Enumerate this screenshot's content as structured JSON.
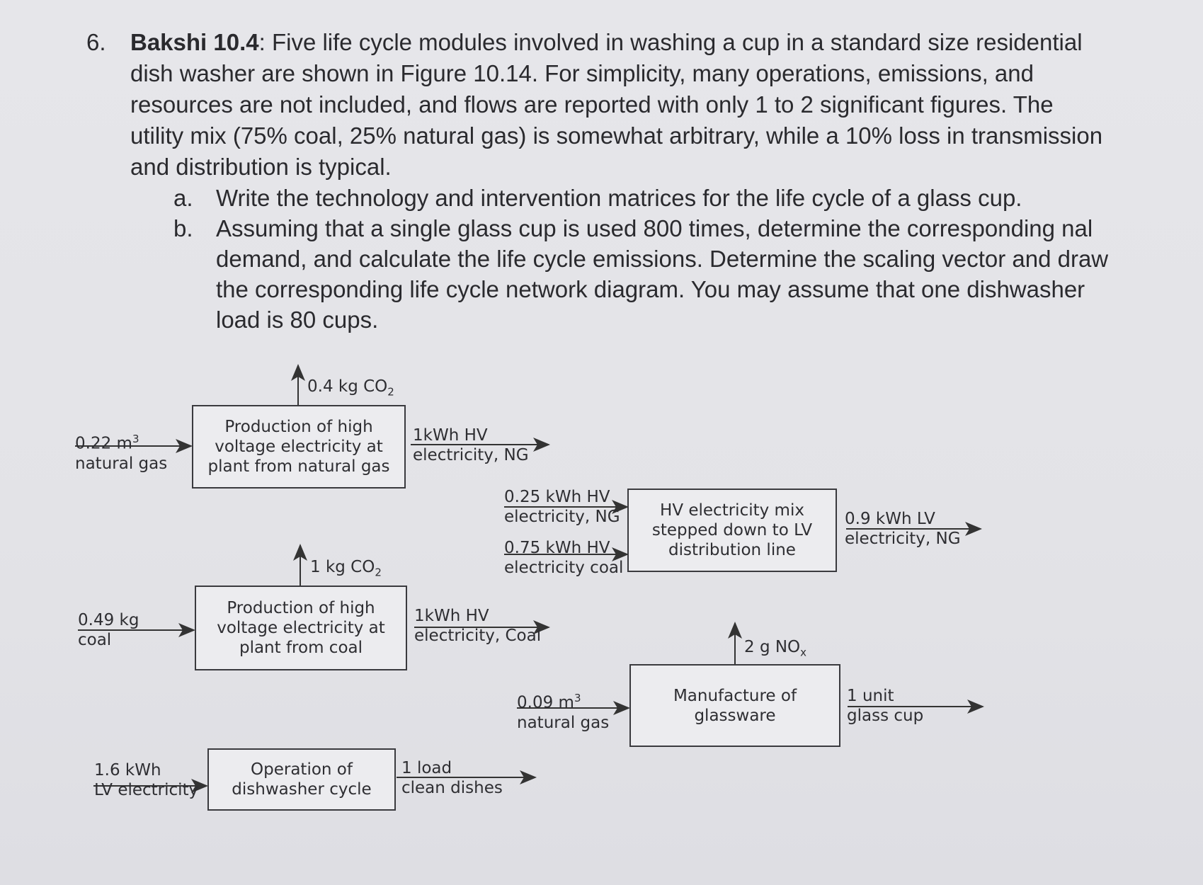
{
  "problem": {
    "number": "6.",
    "title": "Bakshi 10.4",
    "text": ": Five life cycle modules involved in washing a cup in a standard size residential dish washer are shown in Figure 10.14. For simplicity, many operations, emissions, and resources are not included, and flows are reported with only 1 to 2 significant figures. The utility mix (75% coal, 25% natural gas) is somewhat arbitrary, while a 10% loss in transmission and distribution is typical.",
    "parts": [
      {
        "label": "a.",
        "text": "Write the technology and intervention matrices for the life cycle of a glass cup."
      },
      {
        "label": "b.",
        "text": "Assuming that a single glass cup is used 800 times, determine the corresponding nal demand, and calculate the life cycle emissions. Determine the scaling vector and draw the corresponding life cycle network diagram. You may assume that one dishwasher load is 80 cups."
      }
    ]
  },
  "diagram": {
    "ng_plant": {
      "box": [
        "Production of high",
        "voltage electricity at",
        "plant from natural gas"
      ],
      "emission": "0.4 kg CO",
      "emission_sub": "2",
      "input": [
        "0.22 m",
        "natural gas"
      ],
      "input_sup": "3",
      "output": [
        "1kWh HV",
        "electricity, NG"
      ]
    },
    "coal_plant": {
      "box": [
        "Production of high",
        "voltage electricity at",
        "plant from coal"
      ],
      "emission": "1 kg CO",
      "emission_sub": "2",
      "input": [
        "0.49 kg",
        "coal"
      ],
      "output": [
        "1kWh HV",
        "electricity, Coal"
      ]
    },
    "grid": {
      "box": [
        "HV electricity mix",
        "stepped down to LV",
        "distribution line"
      ],
      "input_ng": [
        "0.25 kWh HV",
        "electricity, NG"
      ],
      "input_coal": [
        "0.75 kWh HV",
        "electricity coal"
      ],
      "output": [
        "0.9 kWh LV",
        "electricity, NG"
      ]
    },
    "glass": {
      "box": [
        "Manufacture of",
        "glassware"
      ],
      "emission": "2 g NO",
      "emission_sub": "x",
      "input": [
        "0.09 m",
        "natural gas"
      ],
      "input_sup": "3",
      "output": [
        "1 unit",
        "glass cup"
      ]
    },
    "dishwasher": {
      "box": [
        "Operation of",
        "dishwasher cycle"
      ],
      "input": [
        "1.6 kWh",
        "LV electricity"
      ],
      "output": [
        "1 load",
        "clean dishes"
      ]
    }
  }
}
